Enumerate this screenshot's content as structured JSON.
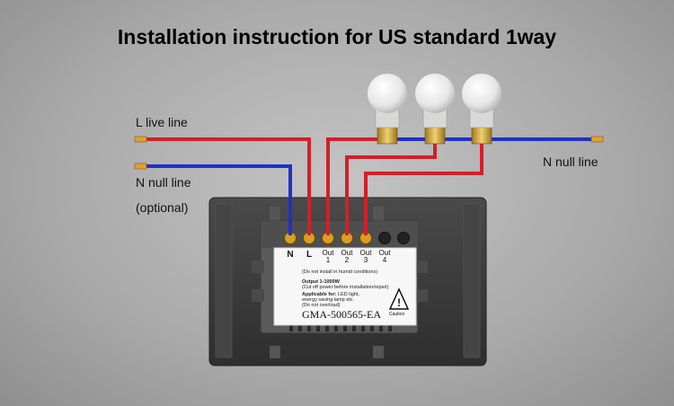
{
  "title": "Installation instruction for US standard 1way",
  "labels": {
    "live_line": "L live line",
    "null_line_left": "N null line",
    "optional": "(optional)",
    "null_line_right": "N null line"
  },
  "terminals": {
    "n": "N",
    "l": "L",
    "out1": [
      "Out",
      "1"
    ],
    "out2": [
      "Out",
      "2"
    ],
    "out3": [
      "Out",
      "3"
    ],
    "out4": [
      "Out",
      "4"
    ]
  },
  "label_text": {
    "humid": "(Do not install in humid conditions)",
    "output": "Output 1-1000W",
    "cutoff": "(Cut off power before installation/repair)",
    "applicable_prefix": "Applicable for:",
    "applicable_rest": " LED light,",
    "energy": "energy saving lamp etc.",
    "overload": "(Do not overload)",
    "model": "GMA-500565-EA",
    "caution": "Caution"
  },
  "colors": {
    "live_wire": "#d0202a",
    "null_wire": "#2030c8",
    "panel": "#3a3a3a",
    "screw": "#d8a020"
  }
}
